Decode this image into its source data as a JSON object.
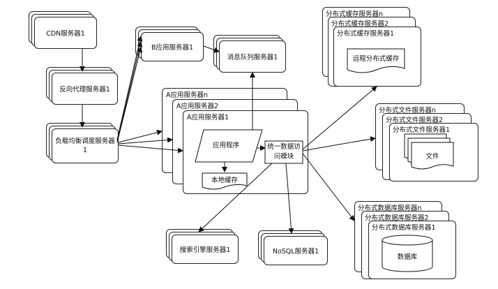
{
  "cdn": {
    "label": "CDN服务器1"
  },
  "reverse_proxy": {
    "label": "反向代理服务器1"
  },
  "load_balancer": {
    "label": "负载均衡调度服务器1"
  },
  "app_b": {
    "label": "B应用服务器1"
  },
  "mq": {
    "label": "消息队列服务器1"
  },
  "app_a": {
    "n_label": "A应用服务器n",
    "two_label": "A应用服务器2",
    "one_label": "A应用服务器1",
    "program": "应用程序",
    "local_cache": "本地缓存",
    "dal": "统一数据访问模块"
  },
  "cache": {
    "n_label": "分布式缓存服务器n",
    "two_label": "分布式缓存服务器2",
    "one_label": "分布式缓存服务器1",
    "inner": "远程分布式缓存"
  },
  "file": {
    "n_label": "分布式文件服务器n",
    "two_label": "分布式文件服务器2",
    "one_label": "分布式文件服务器1",
    "inner": "文件"
  },
  "db": {
    "n_label": "分布式数据库服务器n",
    "two_label": "分布式数据库服务器2",
    "one_label": "分布式数据库服务器1",
    "inner": "数据库"
  },
  "search": {
    "label": "搜索引擎服务器1"
  },
  "nosql": {
    "label": "NoSQL服务器1"
  }
}
